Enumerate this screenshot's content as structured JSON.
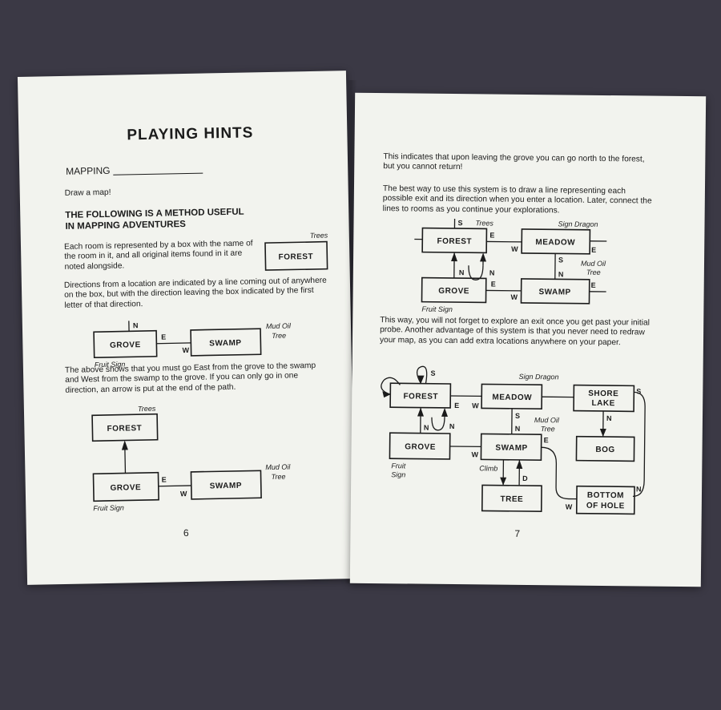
{
  "left_page": {
    "title": "PLAYING HINTS",
    "mapping_label": "MAPPING",
    "draw_map": "Draw a map!",
    "heading_line1": "THE FOLLOWING IS A METHOD USEFUL",
    "heading_line2": "IN MAPPING ADVENTURES",
    "para1": "Each room is represented by a box with the name of the room in it, and all original items found in it are noted alongside.",
    "para2": "Directions from a location are indicated by a line coming out of anywhere on the box, but with the direction leaving the box indicated by the first letter of that direction.",
    "para3": "The above shows that you must go East from the grove to the swamp and West from the swamp to the grove. If you can only go in one direction, an arrow is put at the end of the path.",
    "page_number": "6",
    "diagram1": {
      "room": "FOREST",
      "item": "Trees"
    },
    "diagram2": {
      "room_a": "GROVE",
      "room_b": "SWAMP",
      "item_a": "Fruit Sign",
      "item_b1": "Mud Oil",
      "item_b2": "Tree",
      "dir_n": "N",
      "dir_e": "E",
      "dir_w": "W"
    },
    "diagram3": {
      "room_top": "FOREST",
      "item_top": "Trees",
      "room_a": "GROVE",
      "room_b": "SWAMP",
      "item_a": "Fruit Sign",
      "item_b1": "Mud Oil",
      "item_b2": "Tree",
      "dir_e": "E",
      "dir_w": "W"
    }
  },
  "right_page": {
    "para1": "This indicates that upon leaving the grove you can go north to the forest, but you cannot return!",
    "para2": "The best way to use this system is to draw a line representing each possible exit and its direction when you enter a location. Later, connect the lines to rooms as you continue your explorations.",
    "para3": "This way, you will not forget to explore an exit once you get past your initial probe. Another advantage of this system is that you never need to redraw your map, as you can add extra locations anywhere on your paper.",
    "page_number": "7",
    "diagram4": {
      "forest": "FOREST",
      "meadow": "MEADOW",
      "grove": "GROVE",
      "swamp": "SWAMP",
      "trees": "Trees",
      "sign_dragon": "Sign Dragon",
      "mud_oil": "Mud Oil",
      "tree": "Tree",
      "fruit_sign": "Fruit Sign",
      "s": "S",
      "e": "E",
      "w": "W",
      "n": "N"
    },
    "diagram5": {
      "forest": "FOREST",
      "meadow": "MEADOW",
      "shore1": "SHORE",
      "shore2": "LAKE",
      "grove": "GROVE",
      "swamp": "SWAMP",
      "bog": "BOG",
      "tree_room": "TREE",
      "bottom1": "BOTTOM",
      "bottom2": "OF HOLE",
      "sign_dragon": "Sign Dragon",
      "mud_oil": "Mud Oil",
      "tree": "Tree",
      "fruit": "Fruit",
      "sign": "Sign",
      "climb": "Climb",
      "s": "S",
      "e": "E",
      "w": "W",
      "n": "N",
      "d": "D"
    }
  }
}
